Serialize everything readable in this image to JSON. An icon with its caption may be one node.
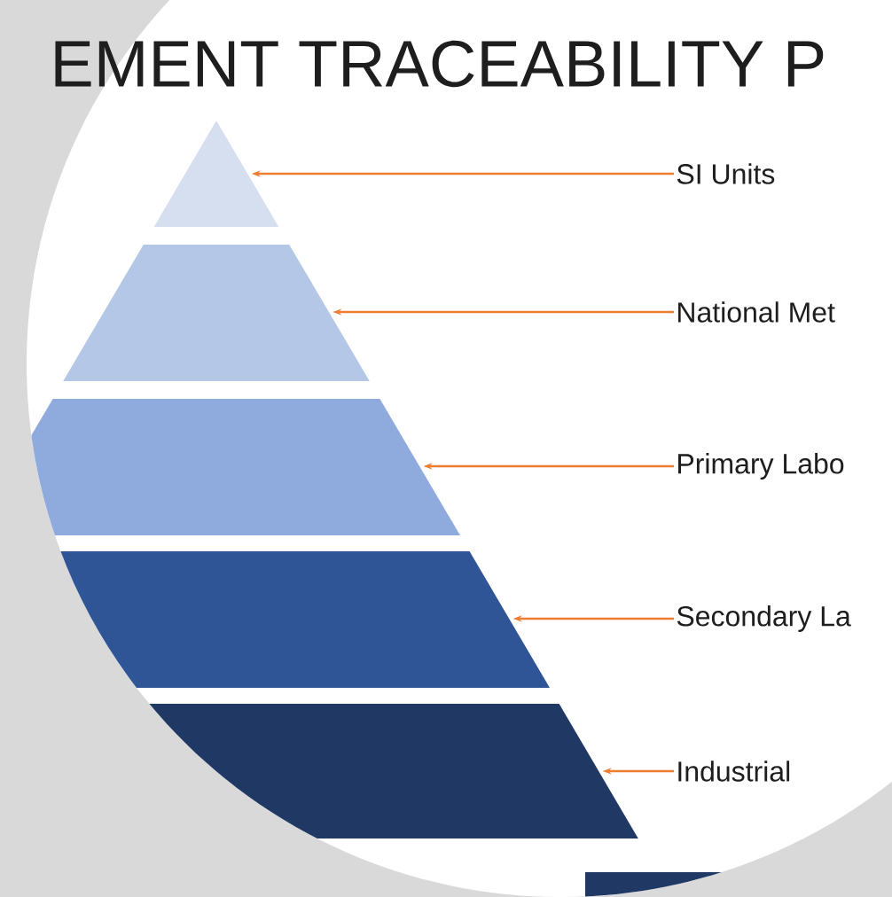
{
  "diagram": {
    "title": "EMENT TRACEABILITY P",
    "nodes": [
      {
        "text": [],
        "shape": "triangle"
      },
      {
        "text": [],
        "shape": "trapezoid"
      },
      {
        "text": [],
        "shape": "trapezoid"
      },
      {
        "text": [],
        "shape": "trapezoid"
      },
      {
        "text": [],
        "shape": "trapezoid"
      },
      {
        "text": [
          "SI Units"
        ]
      },
      {
        "text": [
          "National Met"
        ]
      },
      {
        "text": [
          "Primary Labo"
        ]
      },
      {
        "text": [
          "Secondary La"
        ]
      },
      {
        "text": [
          "Industrial"
        ]
      }
    ],
    "edges": [
      {
        "from": 5,
        "to": 0,
        "arrow": "to"
      },
      {
        "from": 6,
        "to": 1,
        "arrow": "to"
      },
      {
        "from": 7,
        "to": 2,
        "arrow": "to"
      },
      {
        "from": 8,
        "to": 3,
        "arrow": "to"
      },
      {
        "from": 9,
        "to": 4,
        "arrow": "to"
      }
    ]
  }
}
